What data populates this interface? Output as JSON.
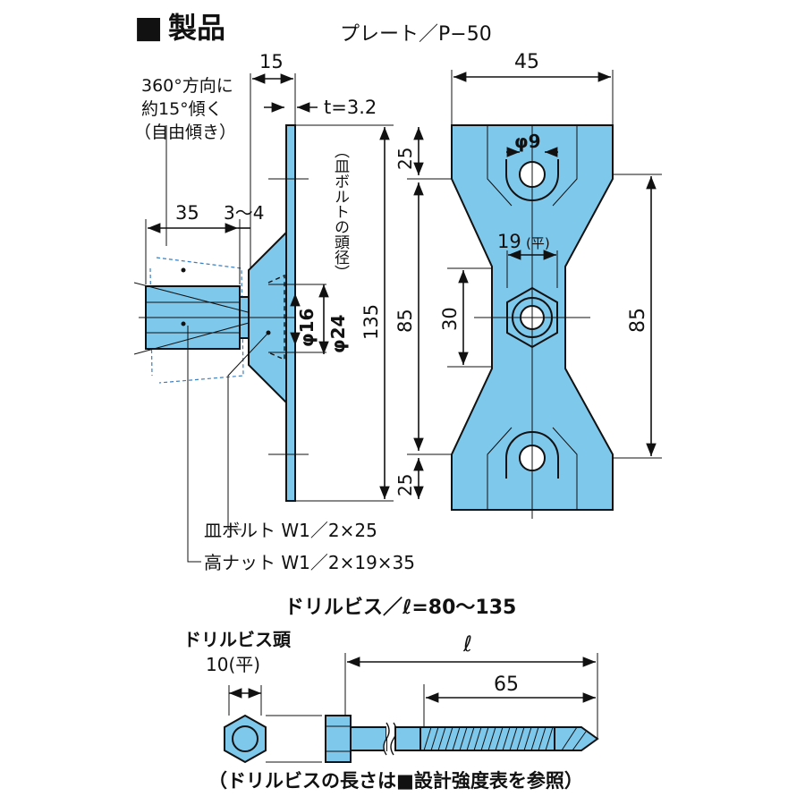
{
  "header": {
    "marker": "■",
    "title": "製品"
  },
  "plate": {
    "title": "プレート／P−50",
    "dim_15": "15",
    "thickness": "t=3.2",
    "tilt_note": [
      "360°方向に",
      "約15°傾く",
      "（自由傾き）"
    ],
    "dim_35": "35",
    "dim_3_4": "3〜4",
    "head_note": "（皿ボルトの頭径）",
    "dia_16": "φ16",
    "dia_24": "φ24",
    "dim_135": "135",
    "dim_85_left": "85",
    "dim_25_top": "25",
    "dim_25_bottom": "25",
    "dim_45": "45",
    "dia_9": "φ9",
    "dim_19": "19",
    "dim_19_suffix": "(平)",
    "dim_30": "30",
    "dim_85_right": "85",
    "bolt_label": "皿ボルト  W1／2×25",
    "nut_label": "高ナット  W1／2×19×35"
  },
  "screw": {
    "title": "ドリルビス／ℓ=80〜135",
    "head_label": "ドリルビス頭",
    "head_size": "10(平)",
    "length_symbol": "ℓ",
    "dim_65": "65",
    "note": "（ドリルビスの長さは■設計強度表を参照）"
  },
  "colors": {
    "part": "#7ec8ec",
    "ink": "#111111",
    "centerline": "#3a7fc0"
  }
}
